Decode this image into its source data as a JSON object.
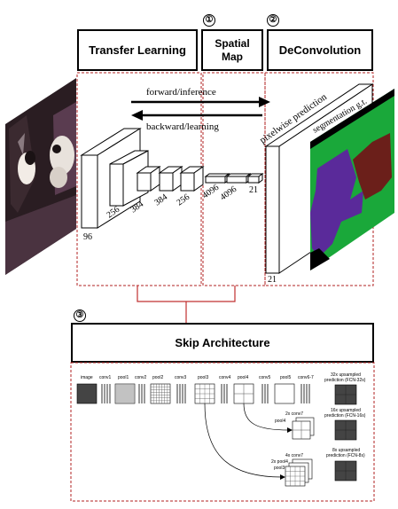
{
  "sections": {
    "transfer": {
      "number": "",
      "title": "Transfer Learning"
    },
    "spatial": {
      "number": "①",
      "title_line1": "Spatial",
      "title_line2": "Map"
    },
    "deconv": {
      "number": "②",
      "title": "DeConvolution"
    },
    "skip": {
      "number": "③",
      "title": "Skip Architecture"
    }
  },
  "arrows": {
    "forward": "forward/inference",
    "backward": "backward/learning"
  },
  "network": {
    "layer_labels": [
      "96",
      "256",
      "384",
      "384",
      "256",
      "4096",
      "4096",
      "21"
    ],
    "output_label": "21",
    "pixelwise_label": "pixelwise prediction",
    "segmentation_label": "segmentation g.t."
  },
  "skip_diagram": {
    "top_labels": [
      "image",
      "conv1",
      "pool1",
      "conv2",
      "pool2",
      "conv3",
      "pool3",
      "conv4",
      "pool4",
      "conv5",
      "pool5",
      "conv6-7"
    ],
    "pred32": [
      "32x upsampled",
      "prediction (FCN-32s)"
    ],
    "pred16": [
      "16x upsampled",
      "prediction (FCN-16s)"
    ],
    "pred8": [
      "8x upsampled",
      "prediction (FCN-8s)"
    ],
    "conv7_2x": "2x conv7",
    "pool4_label": "pool4",
    "conv7_4x": "4x conv7",
    "pool4_2x": "2x pool4",
    "pool3_label": "pool3"
  },
  "colors": {
    "dashed": "#b02020",
    "connector": "#c03030",
    "purple": "#5a2a9a",
    "green": "#1aa83a",
    "brown": "#6b1f1a",
    "grid_dark": "#444444"
  }
}
